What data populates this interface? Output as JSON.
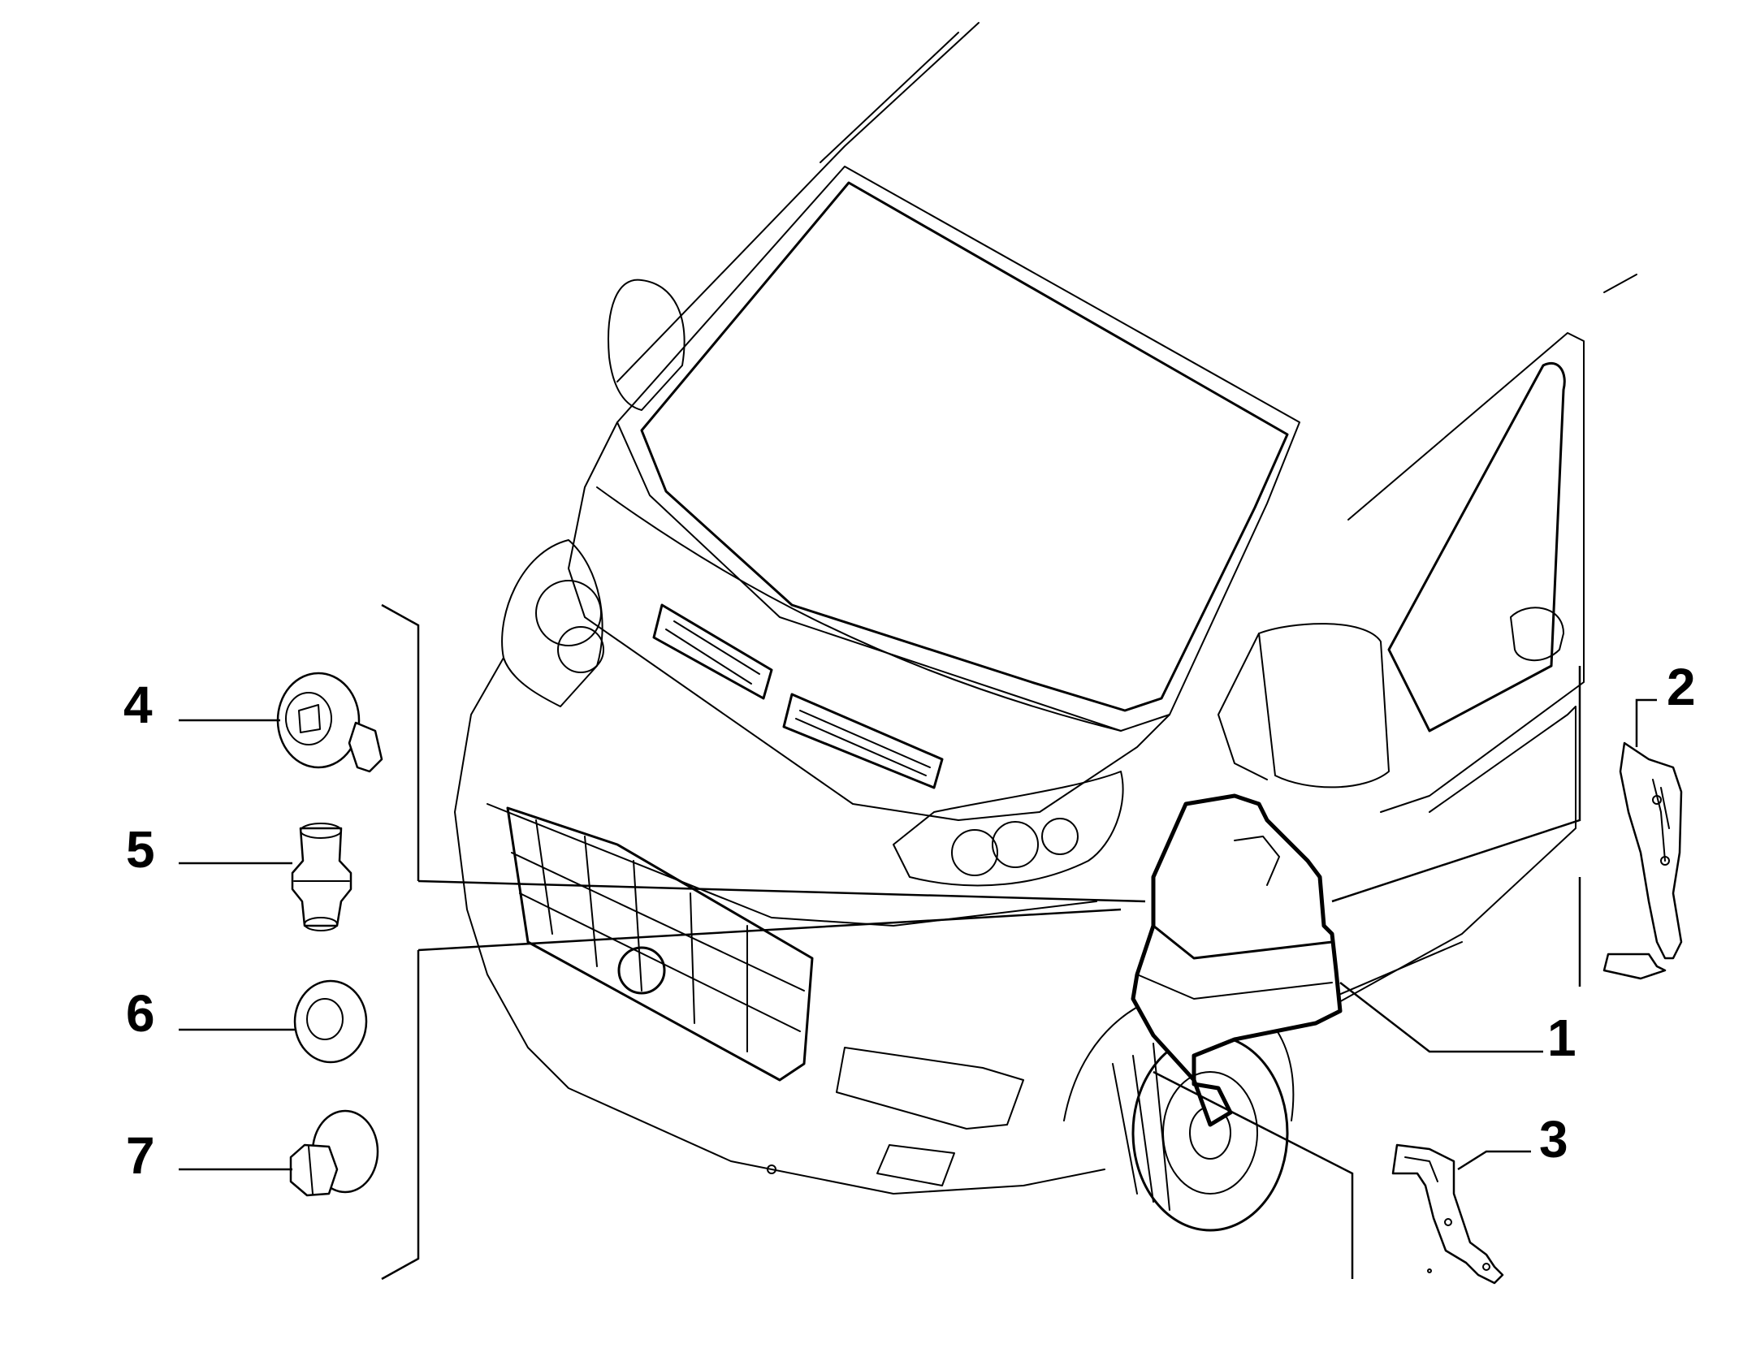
{
  "parts": [
    {
      "id": "1",
      "label": "1",
      "name": "front-fender-panel"
    },
    {
      "id": "2",
      "label": "2",
      "name": "rear-fender-bracket"
    },
    {
      "id": "3",
      "label": "3",
      "name": "lower-fender-bracket"
    },
    {
      "id": "4",
      "label": "4",
      "name": "torx-flange-screw"
    },
    {
      "id": "5",
      "label": "5",
      "name": "hex-nut-insert"
    },
    {
      "id": "6",
      "label": "6",
      "name": "washer"
    },
    {
      "id": "7",
      "label": "7",
      "name": "plastic-rivet-nut"
    }
  ]
}
